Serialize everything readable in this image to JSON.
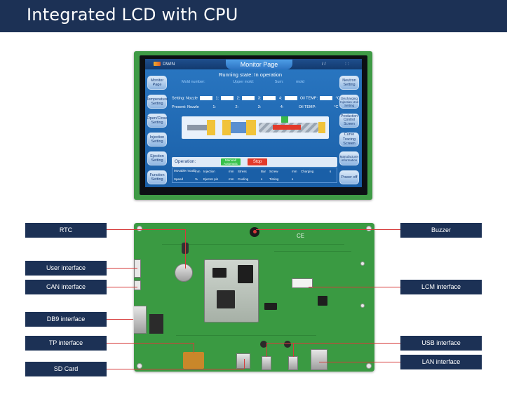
{
  "banner": {
    "title": "Integrated LCD with CPU"
  },
  "screen": {
    "brand": "DWIN",
    "title": "Monitor Page",
    "time_left": "/  /",
    "time_right": ":  :",
    "running_state": "Running state:  In operation",
    "mold_labels": [
      "Mold number:",
      "Upper mold:",
      "Sum:",
      "mold"
    ],
    "setting_row": {
      "label": "Setting: Nozzle",
      "cols": [
        "1:",
        "2:",
        "3:",
        "4:"
      ],
      "oil": "Oil TEMP:",
      "unit": "°C"
    },
    "present_row": {
      "label": "Present: Nozzle",
      "cols": [
        "1:",
        "2:",
        "3:",
        "4:"
      ],
      "oil": "Oil TEMP:",
      "unit": "°C"
    },
    "left_buttons": [
      "Monitor Page",
      "Temperature Setting",
      "Open/Close Setting",
      "Injection Setting",
      "Ejection Setting",
      "Function Setting"
    ],
    "right_buttons": [
      "Neutron Setting",
      "Discharging Injection Unit Setting",
      "Production Control Screen",
      "Curve Tracing Screen",
      "Manufacturer information",
      "Power off"
    ],
    "operation": {
      "label": "Operation:",
      "manual": "Manual/ Automatic",
      "stop": "Stop"
    },
    "table": {
      "row1": [
        "Movable mould",
        "mm",
        "Injection",
        "mm",
        "Stress",
        "Bar",
        "Screw",
        "mm",
        "Charging",
        "s"
      ],
      "row2": [
        "Speed",
        "%",
        "Ejector pin",
        "mm",
        "Cooling",
        "s",
        "Timing",
        "s"
      ]
    }
  },
  "pcb": {
    "ce_mark": "CE"
  },
  "callouts": {
    "rtc": "RTC",
    "user_interface": "User interface",
    "can_interface": "CAN interface",
    "db9_interface": "DB9 interface",
    "tp_interface": "TP interface",
    "sd_card": "SD Card",
    "buzzer": "Buzzer",
    "lcm_interface": "LCM interface",
    "usb_interface": "USB interface",
    "lan_interface": "LAN interface"
  },
  "colors": {
    "banner": "#1c3155",
    "callout": "#1c3155",
    "lead": "#d63a3a",
    "pcb": "#3a9a42"
  }
}
